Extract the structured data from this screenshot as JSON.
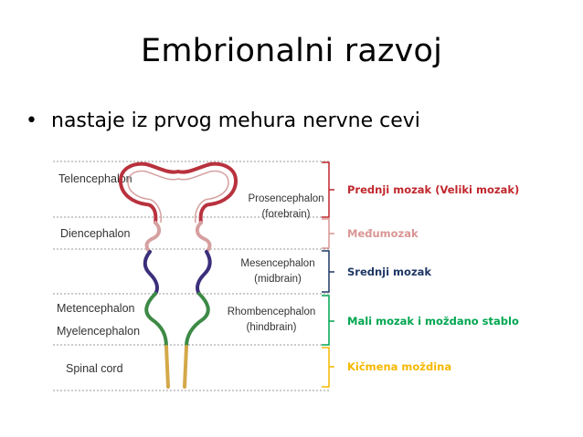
{
  "slide": {
    "title": "Embrionalni razvoj",
    "bullet": "nastaje iz prvog mehura nervne cevi"
  },
  "diagram": {
    "left_labels": [
      {
        "text": "Telencephalon"
      },
      {
        "text": "Diencephalon"
      },
      {
        "text": "Metencephalon"
      },
      {
        "text": "Myelencephalon"
      },
      {
        "text": "Spinal cord"
      }
    ],
    "middle_labels": [
      {
        "name": "Prosencephalon",
        "sub": "(forebrain)"
      },
      {
        "name": "Mesencephalon",
        "sub": "(midbrain)"
      },
      {
        "name": "Rhombencephalon",
        "sub": "(hindbrain)"
      }
    ],
    "regions": [
      {
        "text": "Prednji mozak (Veliki mozak)",
        "color": "#c0272d"
      },
      {
        "text": "Međumozak",
        "color": "#d99694"
      },
      {
        "text": "Srednji mozak",
        "color": "#1f3864"
      },
      {
        "text": "Mali mozak i moždano stablo",
        "color": "#00a650"
      },
      {
        "text": "Kičmena moždina",
        "color": "#f5b800"
      }
    ],
    "tube_colors": {
      "forebrain": "#b8323e",
      "diencephalon": "#d6a0a0",
      "midbrain": "#3a2f7a",
      "hindbrain": "#3d8a46",
      "spinal": "#d4a84a"
    }
  }
}
